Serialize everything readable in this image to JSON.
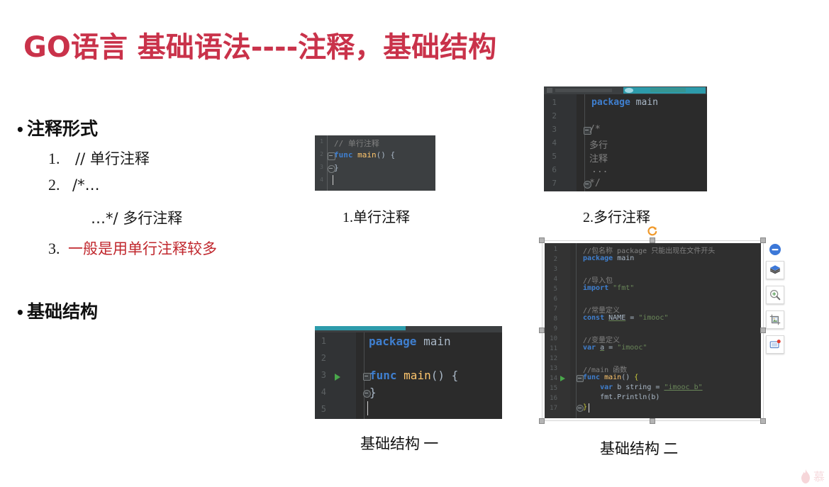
{
  "slide": {
    "title": "GO语言 基础语法----注释，基础结构",
    "title_color": "#c9324a",
    "background": "#ffffff"
  },
  "sections": [
    {
      "bullet": "•",
      "heading": "注释形式"
    },
    {
      "bullet": "•",
      "heading": "基础结构"
    }
  ],
  "comment_list": [
    {
      "num": "1.",
      "text": "// 单行注释",
      "color": "#1a1a1a"
    },
    {
      "num": "2.",
      "text": "/*…",
      "color": "#1a1a1a"
    },
    {
      "num": "",
      "text": "…*/ 多行注释",
      "color": "#1a1a1a"
    },
    {
      "num": "3.",
      "text": "一般是用单行注释较多",
      "color": "#c0272d"
    }
  ],
  "captions": {
    "shot1": "1.单行注释",
    "shot2": "2.多行注释",
    "shot3": "基础结构 一",
    "shot4": "基础结构 二"
  },
  "shot1": {
    "name": "single-line-comment-editor",
    "lines": [
      "1",
      "2",
      "3",
      "4"
    ],
    "code": [
      {
        "t": "// 单行注释",
        "cls": "cmt"
      },
      {
        "t": "func main() {",
        "cls": "mix"
      },
      {
        "t": "}",
        "cls": "pl"
      },
      {
        "t": "",
        "cls": "pl"
      }
    ]
  },
  "shot2": {
    "name": "multi-line-comment-editor",
    "lines": [
      "1",
      "2",
      "3",
      "4",
      "5",
      "6",
      "7"
    ],
    "code": [
      "package main",
      "",
      "/*",
      "多行",
      "注释",
      "...",
      "*/"
    ]
  },
  "shot3": {
    "name": "basic-structure-editor-one",
    "lines": [
      "1",
      "2",
      "3",
      "4",
      "5"
    ],
    "code": [
      "package main",
      "",
      "func main() {",
      "}",
      ""
    ]
  },
  "shot4": {
    "name": "basic-structure-editor-two",
    "lines": [
      "1",
      "2",
      "3",
      "4",
      "5",
      "6",
      "7",
      "8",
      "9",
      "10",
      "11",
      "12",
      "13",
      "14",
      "15",
      "16",
      "17"
    ],
    "code": [
      "//包名称 package 只能出现在文件开头",
      "package main",
      "",
      "//导入包",
      "import \"fmt\"",
      "",
      "//常量定义",
      "const NAME = \"imooc\"",
      "",
      "//变量定义",
      "var a = \"imooc\"",
      "",
      "//main 函数",
      "func main() {",
      "    var b string = \"imooc b\"",
      "    fmt.Println(b)",
      "}"
    ]
  },
  "image_toolbar": {
    "name": "picture-floating-toolbar",
    "items": [
      {
        "icon": "minus-circle-icon",
        "label": "删除"
      },
      {
        "icon": "layers-icon",
        "label": "图层"
      },
      {
        "icon": "zoom-in-icon",
        "label": "放大"
      },
      {
        "icon": "crop-image-icon",
        "label": "裁剪"
      },
      {
        "icon": "picture-badge-icon",
        "label": "设置"
      }
    ]
  },
  "watermark": {
    "icon": "flame-icon",
    "text": "慕"
  },
  "palette": {
    "editor_bg": "#2b2b2b",
    "gutter_bg": "#313335",
    "accent_teal": "#2d9bab",
    "keyword_blue": "#3f7fcf",
    "string_green": "#6a8759",
    "function_yellow": "#ffc66d",
    "comment_gray": "#808080",
    "run_green": "#49a84b",
    "rotate_orange": "#f0992a",
    "tool_blue": "#3c78d8",
    "red_text": "#c0272d"
  }
}
